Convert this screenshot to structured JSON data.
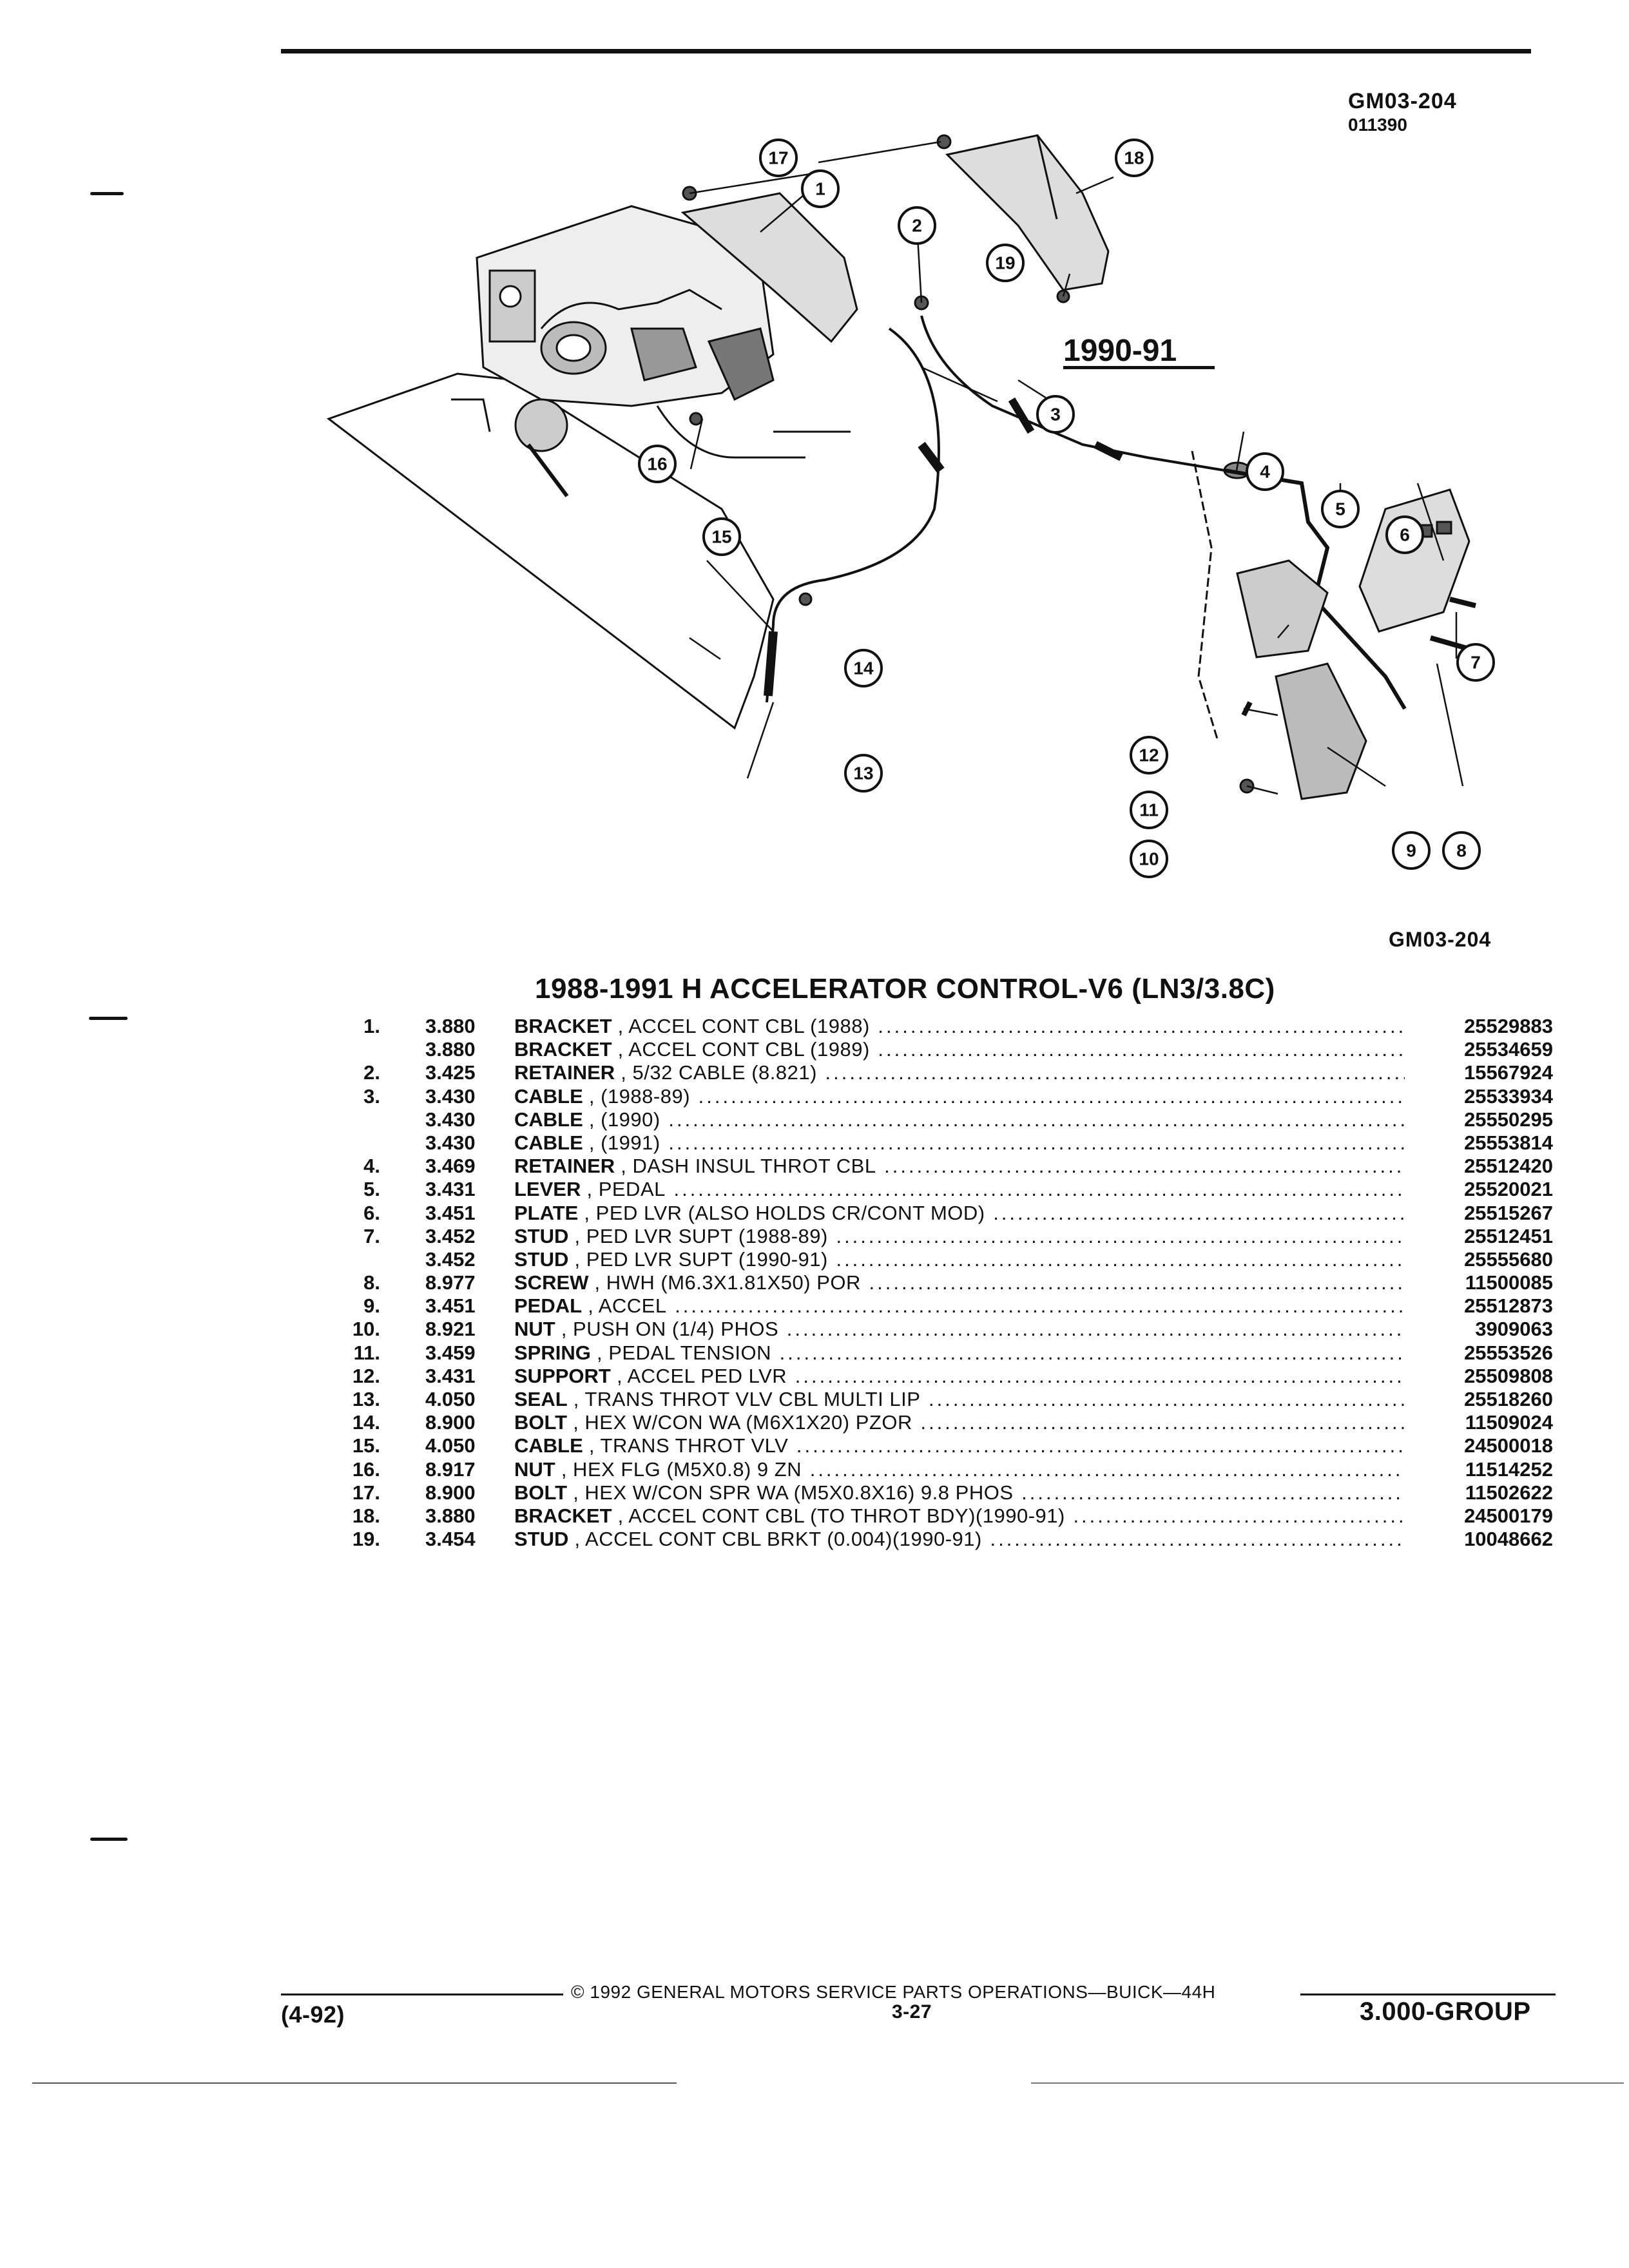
{
  "header": {
    "code": "GM03-204",
    "sub_code": "011390"
  },
  "diagram": {
    "code_label": "GM03-204",
    "year_label": "1990-91",
    "callouts": [
      "1",
      "2",
      "3",
      "4",
      "5",
      "6",
      "7",
      "8",
      "9",
      "10",
      "11",
      "12",
      "13",
      "14",
      "15",
      "16",
      "17",
      "18",
      "19"
    ]
  },
  "title": "1988-1991 H ACCELERATOR CONTROL-V6 (LN3/3.8C)",
  "parts": [
    {
      "num": "1.",
      "group": "3.880",
      "name": "BRACKET",
      "detail": "ACCEL CONT CBL (1988)",
      "part": "25529883"
    },
    {
      "num": "",
      "group": "3.880",
      "name": "BRACKET",
      "detail": "ACCEL CONT CBL (1989)",
      "part": "25534659"
    },
    {
      "num": "2.",
      "group": "3.425",
      "name": "RETAINER",
      "detail": "5/32 CABLE (8.821)",
      "part": "15567924"
    },
    {
      "num": "3.",
      "group": "3.430",
      "name": "CABLE",
      "detail": "(1988-89)",
      "part": "25533934"
    },
    {
      "num": "",
      "group": "3.430",
      "name": "CABLE",
      "detail": "(1990)",
      "part": "25550295"
    },
    {
      "num": "",
      "group": "3.430",
      "name": "CABLE",
      "detail": "(1991)",
      "part": "25553814"
    },
    {
      "num": "4.",
      "group": "3.469",
      "name": "RETAINER",
      "detail": "DASH INSUL THROT CBL",
      "part": "25512420"
    },
    {
      "num": "5.",
      "group": "3.431",
      "name": "LEVER",
      "detail": "PEDAL",
      "part": "25520021"
    },
    {
      "num": "6.",
      "group": "3.451",
      "name": "PLATE",
      "detail": "PED LVR (ALSO HOLDS CR/CONT MOD)",
      "part": "25515267"
    },
    {
      "num": "7.",
      "group": "3.452",
      "name": "STUD",
      "detail": "PED LVR SUPT (1988-89)",
      "part": "25512451"
    },
    {
      "num": "",
      "group": "3.452",
      "name": "STUD",
      "detail": "PED LVR SUPT (1990-91)",
      "part": "25555680"
    },
    {
      "num": "8.",
      "group": "8.977",
      "name": "SCREW",
      "detail": "HWH (M6.3X1.81X50) POR",
      "part": "11500085"
    },
    {
      "num": "9.",
      "group": "3.451",
      "name": "PEDAL",
      "detail": "ACCEL",
      "part": "25512873"
    },
    {
      "num": "10.",
      "group": "8.921",
      "name": "NUT",
      "detail": "PUSH ON (1/4) PHOS",
      "part": "3909063"
    },
    {
      "num": "11.",
      "group": "3.459",
      "name": "SPRING",
      "detail": "PEDAL TENSION",
      "part": "25553526"
    },
    {
      "num": "12.",
      "group": "3.431",
      "name": "SUPPORT",
      "detail": "ACCEL PED LVR",
      "part": "25509808"
    },
    {
      "num": "13.",
      "group": "4.050",
      "name": "SEAL",
      "detail": "TRANS THROT VLV CBL MULTI LIP",
      "part": "25518260"
    },
    {
      "num": "14.",
      "group": "8.900",
      "name": "BOLT",
      "detail": "HEX W/CON WA (M6X1X20) PZOR",
      "part": "11509024"
    },
    {
      "num": "15.",
      "group": "4.050",
      "name": "CABLE",
      "detail": "TRANS THROT VLV",
      "part": "24500018"
    },
    {
      "num": "16.",
      "group": "8.917",
      "name": "NUT",
      "detail": "HEX FLG (M5X0.8) 9 ZN",
      "part": "11514252"
    },
    {
      "num": "17.",
      "group": "8.900",
      "name": "BOLT",
      "detail": "HEX W/CON SPR WA (M5X0.8X16) 9.8 PHOS",
      "part": "11502622"
    },
    {
      "num": "18.",
      "group": "3.880",
      "name": "BRACKET",
      "detail": "ACCEL CONT CBL (TO THROT BDY)(1990-91)",
      "part": "24500179"
    },
    {
      "num": "19.",
      "group": "3.454",
      "name": "STUD",
      "detail": "ACCEL CONT CBL BRKT (0.004)(1990-91)",
      "part": "10048662"
    }
  ],
  "footer": {
    "copyright": "© 1992 GENERAL MOTORS SERVICE PARTS OPERATIONS—BUICK—44H",
    "page_number": "3-27",
    "date_code": "(4-92)",
    "group": "3.000-GROUP"
  }
}
